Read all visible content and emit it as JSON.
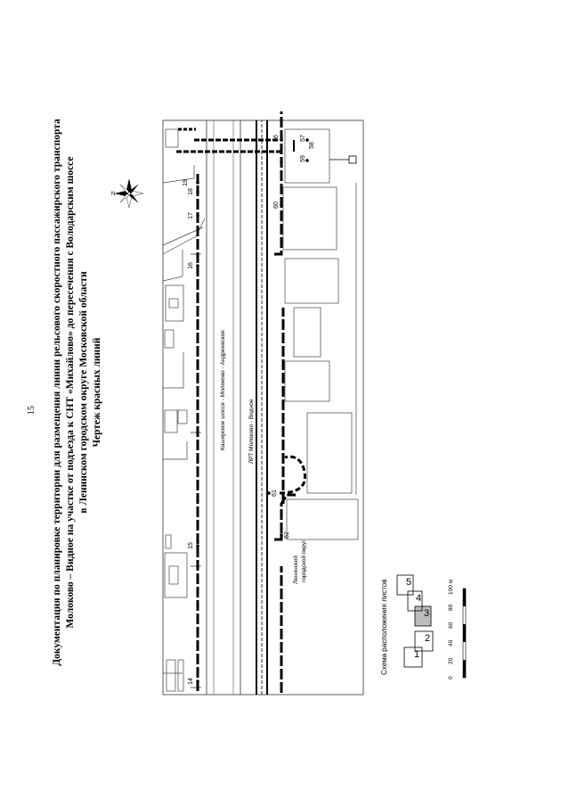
{
  "page_number": "15",
  "title": {
    "line1": "Документация по планировке территории для размещения линии рельсового скоростного пассажирского транспорта",
    "line2": "Молоково – Видное на участке от подъезда к СНТ «Михайлово» до пересечения с Володарским шоссе",
    "line3": "в Ленинском городском округе Московской области",
    "line4": "Чертеж красных линий"
  },
  "map": {
    "road_labels": [
      "Каширское шоссе - Молоково - Андреевское",
      "ЛРТ Молоково - Видное"
    ],
    "district_label": [
      "Ленинский",
      "городской округ"
    ],
    "north_label": "N",
    "point_labels": [
      "14",
      "15",
      "16",
      "17",
      "18",
      "19",
      "56",
      "57",
      "58",
      "59",
      "60",
      "61",
      "62"
    ]
  },
  "sheet_scheme": {
    "title": "Схема расположения листов",
    "sheets": [
      "1",
      "2",
      "3",
      "4",
      "5"
    ],
    "active_sheet": "3"
  },
  "scale_bar": {
    "ticks": [
      "0",
      "20",
      "40",
      "60",
      "80",
      "100 м"
    ]
  }
}
